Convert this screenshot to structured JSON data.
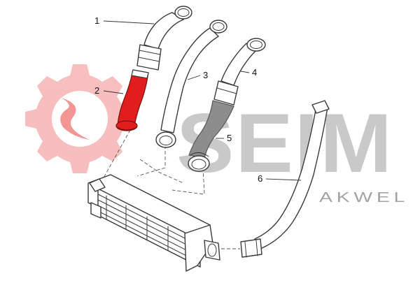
{
  "logo": {
    "brand_text": "SEIM",
    "sub_brand_text": "AKWEL",
    "colors": {
      "gear": "#f08a8a",
      "gear_light": "#f6b5b5",
      "brand_grey": "#bdbdbd",
      "akwel_grey": "#9a9a9a"
    }
  },
  "highlight_color": "#e01e1e",
  "callouts": [
    {
      "id": "1",
      "label": "1"
    },
    {
      "id": "2",
      "label": "2"
    },
    {
      "id": "3",
      "label": "3"
    },
    {
      "id": "4",
      "label": "4"
    },
    {
      "id": "5",
      "label": "5"
    },
    {
      "id": "6",
      "label": "6"
    }
  ]
}
